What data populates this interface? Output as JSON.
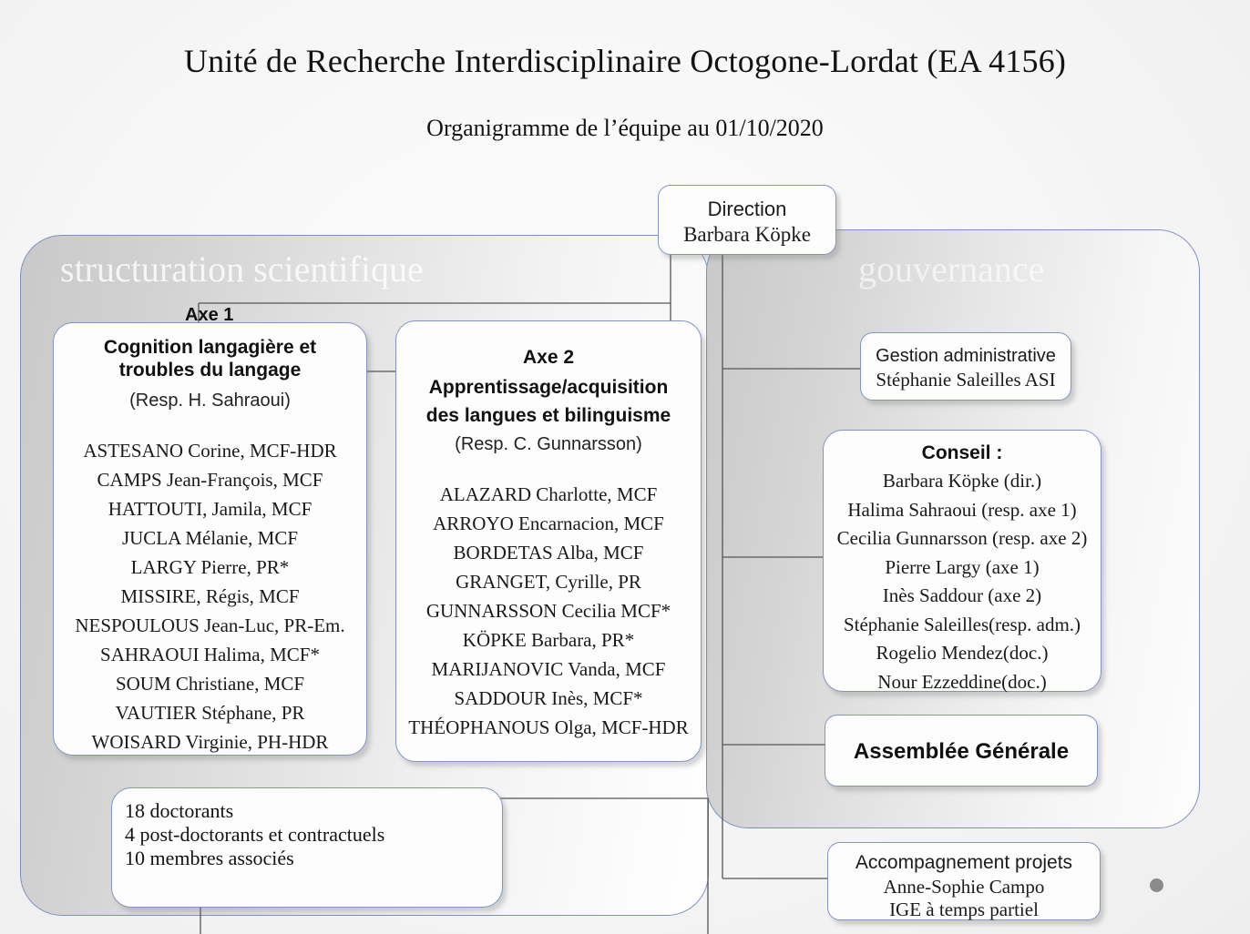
{
  "header": {
    "title": "Unité de Recherche Interdisciplinaire Octogone-Lordat (EA 4156)",
    "subtitle": "Organigramme de l’équipe au 01/10/2020"
  },
  "panels": {
    "left_watermark": "structuration scientifique",
    "right_watermark": "gouvernance"
  },
  "direction": {
    "role": "Direction",
    "person": "Barbara Köpke"
  },
  "axe1": {
    "label": "Axe 1",
    "heading_line1": "Cognition langagière et",
    "heading_line2": "troubles du langage",
    "responsible": "(Resp. H. Sahraoui)",
    "members": [
      "ASTESANO Corine, MCF-HDR",
      "CAMPS Jean-François, MCF",
      "HATTOUTI, Jamila, MCF",
      "JUCLA Mélanie, MCF",
      "LARGY Pierre, PR*",
      "MISSIRE, Régis, MCF",
      "NESPOULOUS Jean-Luc, PR-Em.",
      "SAHRAOUI Halima, MCF*",
      "SOUM Christiane, MCF",
      "VAUTIER Stéphane, PR",
      "WOISARD Virginie, PH-HDR"
    ]
  },
  "axe2": {
    "label": "Axe 2",
    "heading_line1": "Apprentissage/acquisition",
    "heading_line2": "des langues et bilinguisme",
    "responsible": "(Resp. C. Gunnarsson)",
    "members": [
      "ALAZARD Charlotte, MCF",
      "ARROYO Encarnacion, MCF",
      "BORDETAS Alba, MCF",
      "GRANGET, Cyrille, PR",
      "GUNNARSSON Cecilia MCF*",
      "KÖPKE Barbara, PR*",
      "MARIJANOVIC Vanda, MCF",
      "SADDOUR Inès, MCF*",
      "THÉOPHANOUS Olga, MCF-HDR"
    ]
  },
  "doctorants": {
    "lines": [
      "18 doctorants",
      "4 post-doctorants et contractuels",
      "10 membres associés"
    ]
  },
  "gestion": {
    "role": "Gestion administrative",
    "person": "Stéphanie Saleilles ASI"
  },
  "conseil": {
    "heading": "Conseil :",
    "members": [
      "Barbara Köpke (dir.)",
      "Halima Sahraoui (resp. axe 1)",
      "Cecilia Gunnarsson (resp. axe 2)",
      "Pierre Largy (axe 1)",
      "Inès Saddour (axe 2)",
      "Stéphanie Saleilles(resp. adm.)",
      "Rogelio Mendez(doc.)",
      "Nour Ezzeddine(doc.)"
    ]
  },
  "assemblee": {
    "heading": "Assemblée Générale"
  },
  "accompagnement": {
    "role": "Accompagnement projets",
    "person": "Anne-Sophie Campo",
    "detail": "IGE à temps partiel"
  },
  "colors": {
    "border_blue": "#8194c4",
    "connector_gray": "#555555",
    "panel_border": "#7d8fbf",
    "dot": "#8a8a8a"
  }
}
